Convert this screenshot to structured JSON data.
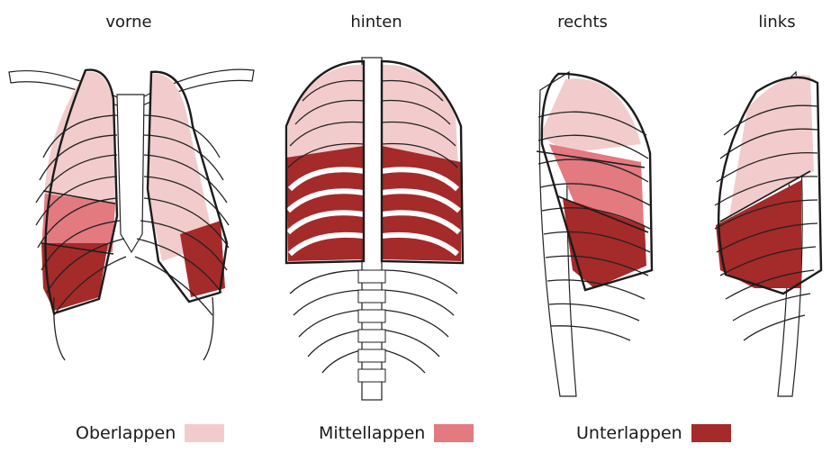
{
  "views": {
    "front": "vorne",
    "back": "hinten",
    "right": "rechts",
    "left": "links"
  },
  "legend": {
    "upper": "Oberlappen",
    "middle": "Mittellappen",
    "lower": "Unterlappen"
  },
  "colors": {
    "upper_lobe": "#f2cccc",
    "middle_lobe": "#e27a80",
    "lower_lobe": "#a52a2a",
    "bone": "#ffffff",
    "outline": "#1b1b1b"
  }
}
